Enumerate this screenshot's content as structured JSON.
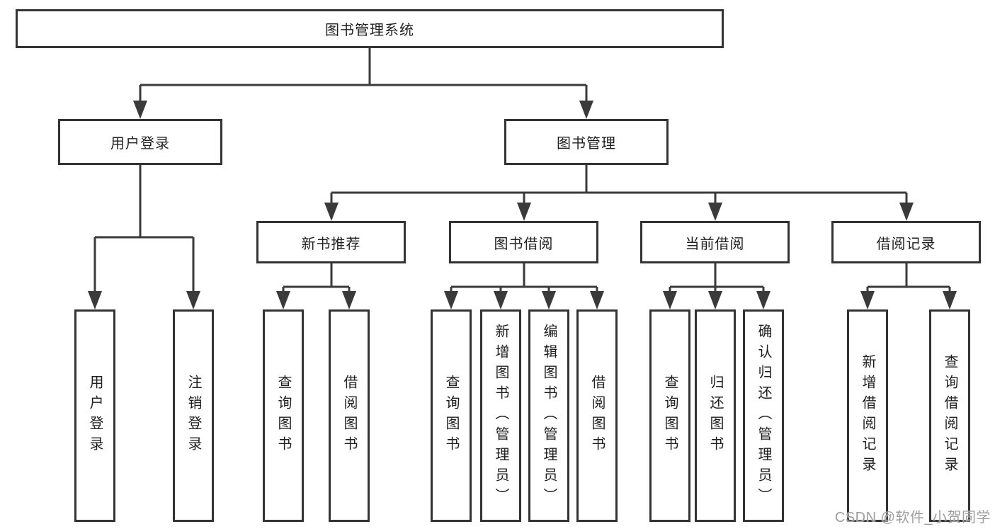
{
  "diagram": {
    "root": "图书管理系统",
    "level2": [
      "用户登录",
      "图书管理"
    ],
    "level3": [
      "新书推荐",
      "图书借阅",
      "当前借阅",
      "借阅记录"
    ],
    "leaves_login": [
      "用户登录",
      "注销登录"
    ],
    "leaves_newbook": [
      "查询图书",
      "借阅图书"
    ],
    "leaves_borrow": [
      "查询图书",
      "新增图书（管理员）",
      "编辑图书（管理员）",
      "借阅图书"
    ],
    "leaves_current": [
      "查询图书",
      "归还图书",
      "确认归还（管理员）"
    ],
    "leaves_record": [
      "新增借阅记录",
      "查询借阅记录"
    ]
  },
  "watermark": "CSDN @软件_小贺同学",
  "colors": {
    "line": "#3a3a3a",
    "box_border": "#333333",
    "text": "#1f1f1f",
    "watermark": "#9e9e9e",
    "background": "#ffffff"
  }
}
